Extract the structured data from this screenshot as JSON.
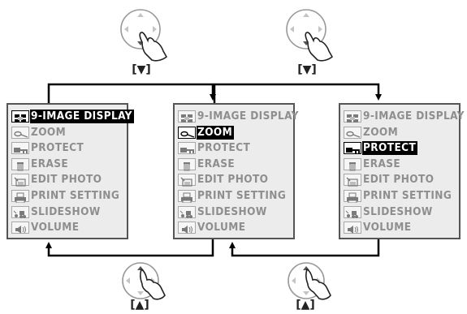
{
  "menu_items": [
    {
      "label": "9-IMAGE DISPLAY",
      "icon": "nine-image-icon"
    },
    {
      "label": "ZOOM",
      "icon": "zoom-icon"
    },
    {
      "label": "PROTECT",
      "icon": "key-icon"
    },
    {
      "label": "ERASE",
      "icon": "trash-icon"
    },
    {
      "label": "EDIT PHOTO",
      "icon": "edit-photo-icon"
    },
    {
      "label": "PRINT SETTING",
      "icon": "printer-icon"
    },
    {
      "label": "SLIDESHOW",
      "icon": "slideshow-icon"
    },
    {
      "label": "VOLUME",
      "icon": "speaker-icon"
    }
  ],
  "panels": [
    {
      "selected_index": 0
    },
    {
      "selected_index": 1
    },
    {
      "selected_index": 2
    }
  ],
  "buttons": {
    "down": {
      "caption": "[▼]",
      "icon": "press-down-hand-icon"
    },
    "up": {
      "caption": "[▲]",
      "icon": "press-up-hand-icon"
    }
  },
  "colors": {
    "selected_bg": "#000000",
    "text": "#8e8e8e",
    "panel_bg": "#ececec"
  }
}
